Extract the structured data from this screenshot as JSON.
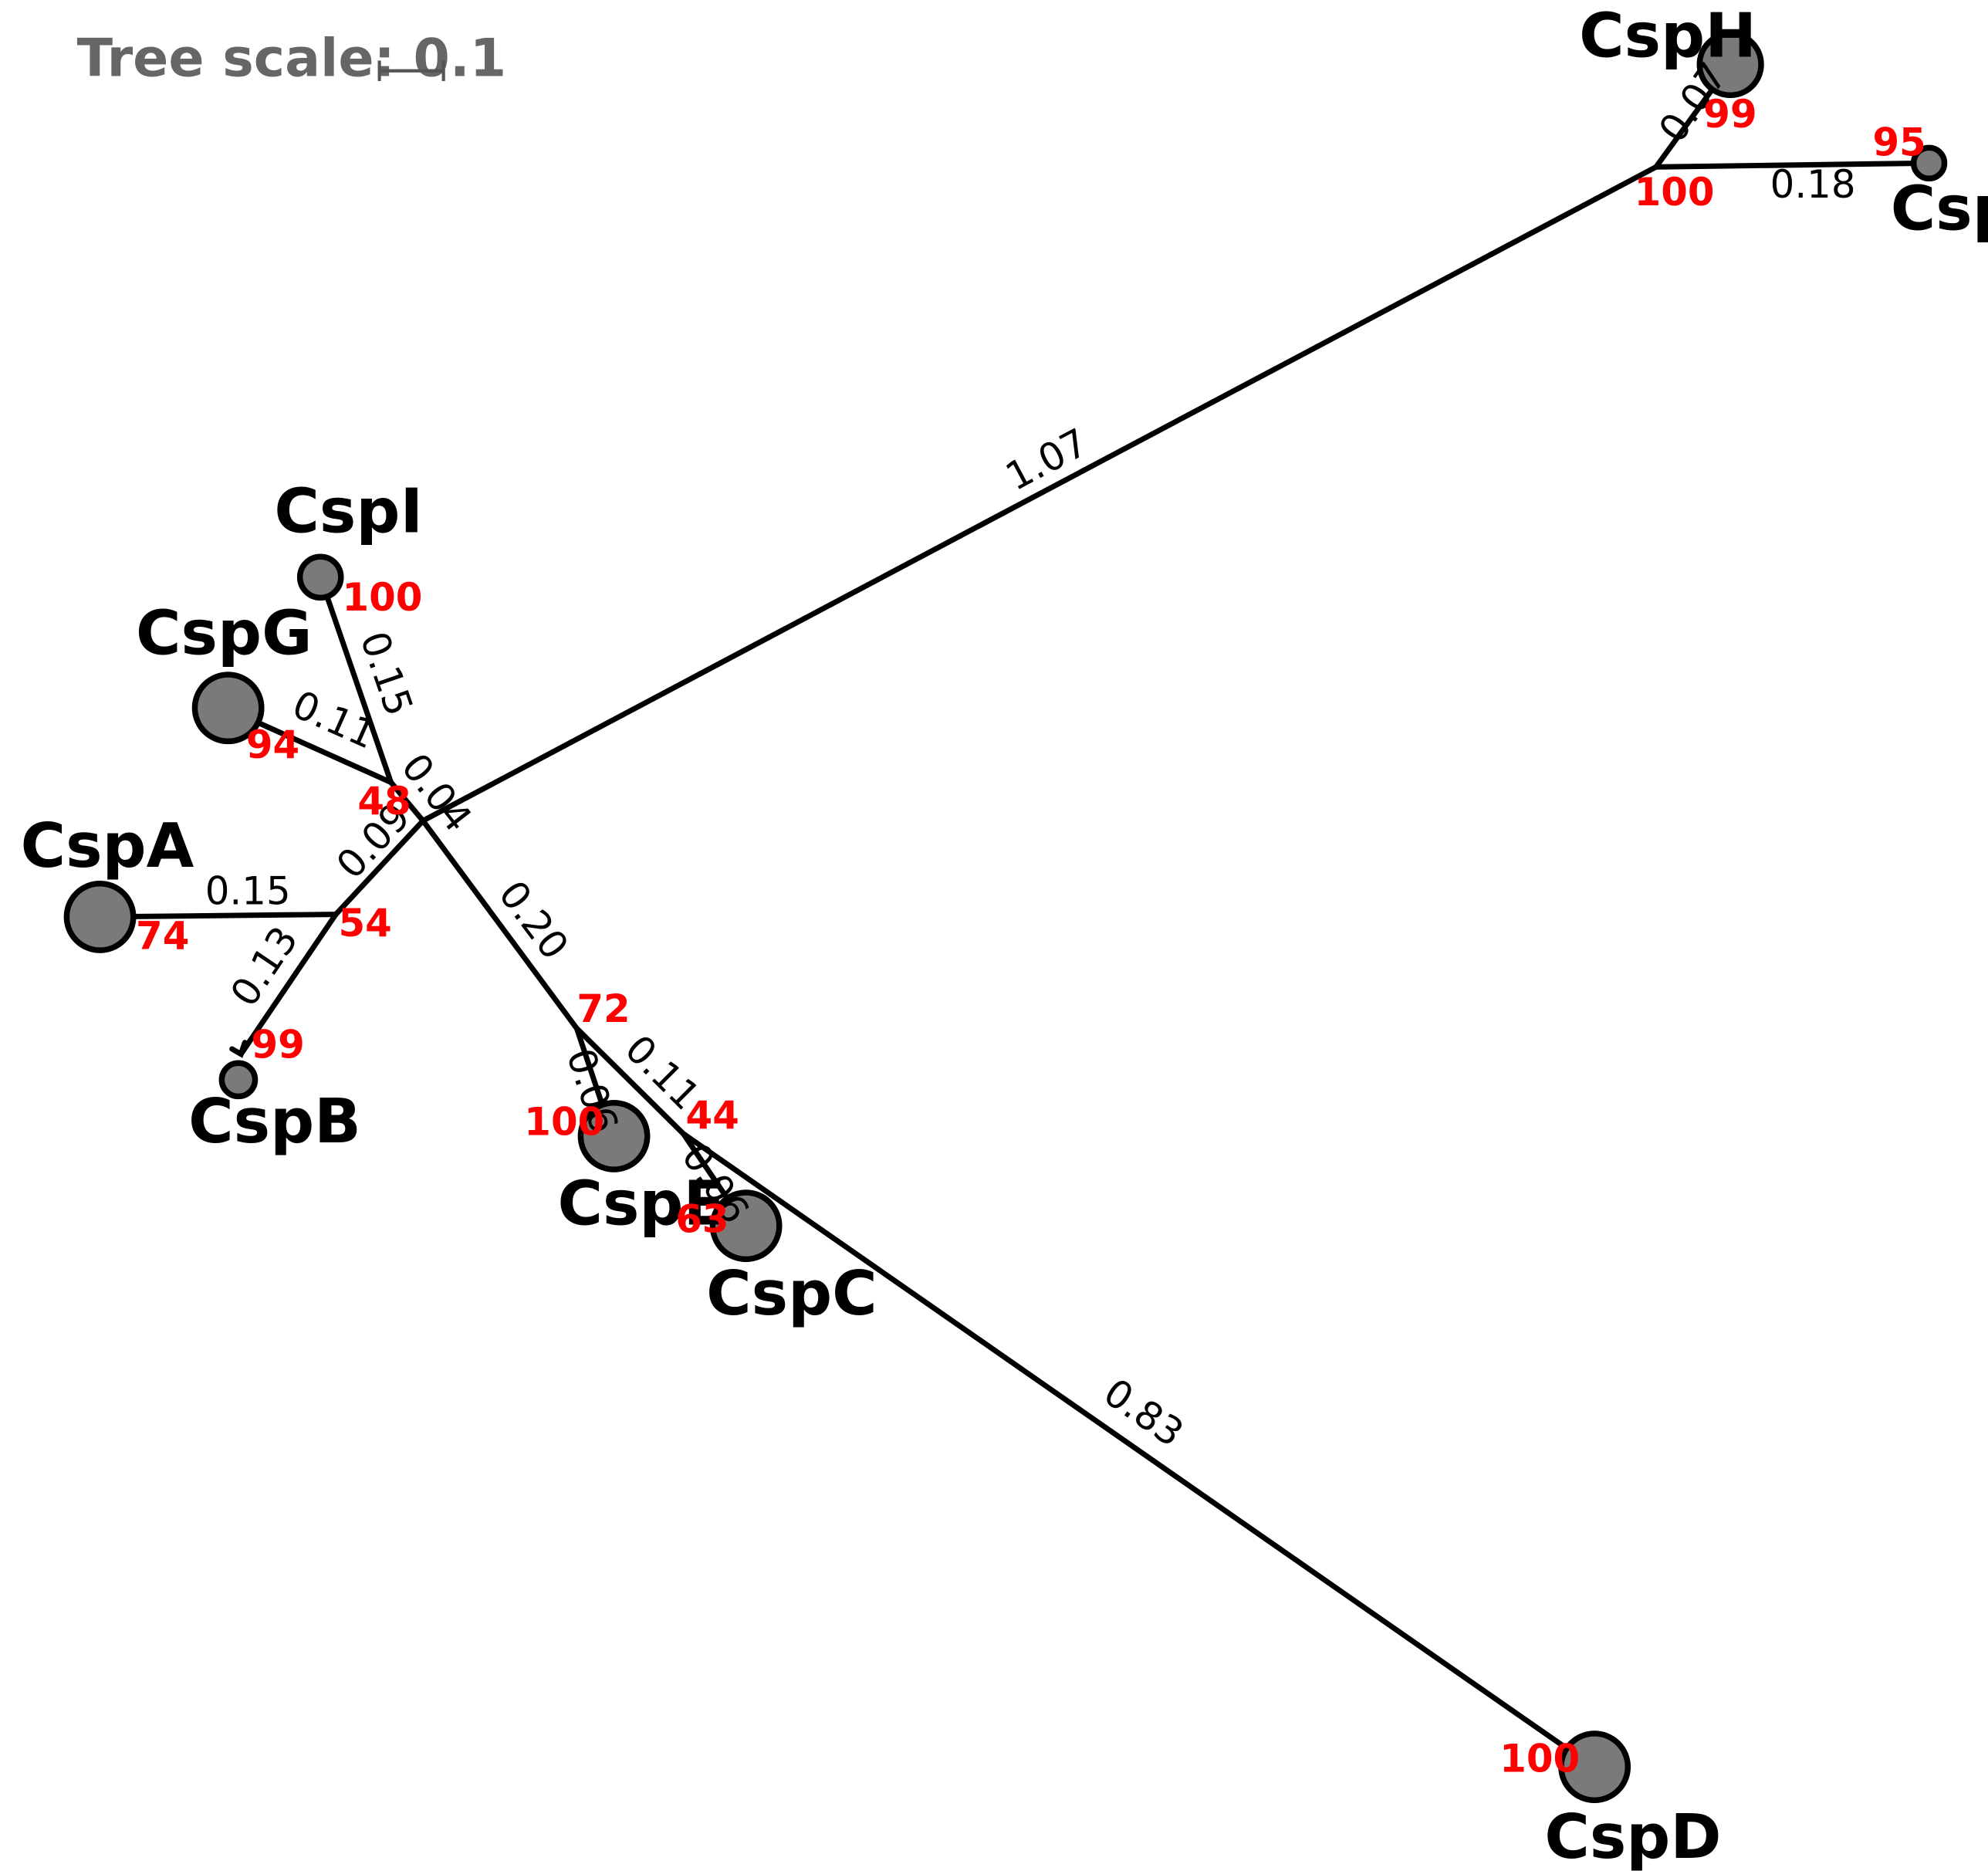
{
  "scale": {
    "label": "Tree scale: 0.1"
  },
  "colors": {
    "branch": "#000000",
    "node_fill": "#7a7a7a",
    "bootstrap": "#ff0000",
    "scale_text": "#666666"
  },
  "leaves": [
    {
      "id": "CspH",
      "label": "CspH"
    },
    {
      "id": "CspF",
      "label": "CspF"
    },
    {
      "id": "CspI",
      "label": "CspI"
    },
    {
      "id": "CspG",
      "label": "CspG"
    },
    {
      "id": "CspA",
      "label": "CspA"
    },
    {
      "id": "CspB",
      "label": "CspB"
    },
    {
      "id": "CspE",
      "label": "CspE"
    },
    {
      "id": "CspC",
      "label": "CspC"
    },
    {
      "id": "CspD",
      "label": "CspD"
    }
  ],
  "branch_lengths": [
    {
      "id": "len-cspi",
      "value": "0.15"
    },
    {
      "id": "len-cspg",
      "value": "0.11"
    },
    {
      "id": "len-n48",
      "value": "0.04"
    },
    {
      "id": "len-n54",
      "value": "0.09"
    },
    {
      "id": "len-cspa",
      "value": "0.15"
    },
    {
      "id": "len-cspb",
      "value": "0.13"
    },
    {
      "id": "len-n72",
      "value": "0.20"
    },
    {
      "id": "len-cspe",
      "value": "0.06"
    },
    {
      "id": "len-n44",
      "value": "0.11"
    },
    {
      "id": "len-cspc",
      "value": "0.06"
    },
    {
      "id": "len-cspd",
      "value": "0.83"
    },
    {
      "id": "len-n100",
      "value": "1.07"
    },
    {
      "id": "len-csph",
      "value": "0.07"
    },
    {
      "id": "len-cspf",
      "value": "0.18"
    }
  ],
  "bootstrap": [
    {
      "id": "bs-csph",
      "value": "99"
    },
    {
      "id": "bs-n100",
      "value": "100"
    },
    {
      "id": "bs-cspf",
      "value": "95"
    },
    {
      "id": "bs-cspi",
      "value": "100"
    },
    {
      "id": "bs-cspg",
      "value": "94"
    },
    {
      "id": "bs-n48",
      "value": "48"
    },
    {
      "id": "bs-n54",
      "value": "54"
    },
    {
      "id": "bs-cspa",
      "value": "74"
    },
    {
      "id": "bs-cspb",
      "value": "99"
    },
    {
      "id": "bs-n72",
      "value": "72"
    },
    {
      "id": "bs-cspe",
      "value": "100"
    },
    {
      "id": "bs-n44",
      "value": "44"
    },
    {
      "id": "bs-cspc",
      "value": "63"
    },
    {
      "id": "bs-cspd",
      "value": "100"
    }
  ]
}
